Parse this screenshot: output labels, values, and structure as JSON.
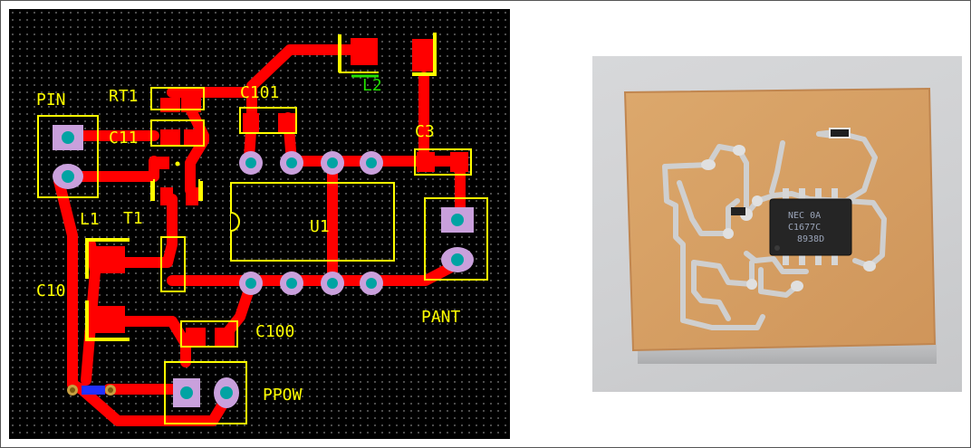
{
  "pcb_layout": {
    "components": [
      {
        "ref": "PIN",
        "kind": "connector"
      },
      {
        "ref": "RT1",
        "kind": "resistor"
      },
      {
        "ref": "C11",
        "kind": "capacitor"
      },
      {
        "ref": "T1",
        "kind": "transistor"
      },
      {
        "ref": "C101",
        "kind": "capacitor"
      },
      {
        "ref": "L2",
        "kind": "inductor"
      },
      {
        "ref": "C3",
        "kind": "capacitor"
      },
      {
        "ref": "U1",
        "kind": "ic"
      },
      {
        "ref": "L1",
        "kind": "inductor"
      },
      {
        "ref": "C10",
        "kind": "capacitor"
      },
      {
        "ref": "C100",
        "kind": "capacitor"
      },
      {
        "ref": "PANT",
        "kind": "connector"
      },
      {
        "ref": "PPOW",
        "kind": "connector"
      }
    ],
    "colors": {
      "board": "#000000",
      "copper": "#ff0000",
      "silkscreen": "#ffff00",
      "pad_hole": "#00a3a3",
      "pad_ring": "#c9a0dc",
      "highlight": "#22e000"
    }
  },
  "photo": {
    "ic_marking": [
      "NEC 0A",
      "C1677C",
      "8938D"
    ],
    "colors": {
      "board": "#d9a168",
      "solder": "#c8c8c8",
      "background": "#d0d1d3"
    }
  }
}
